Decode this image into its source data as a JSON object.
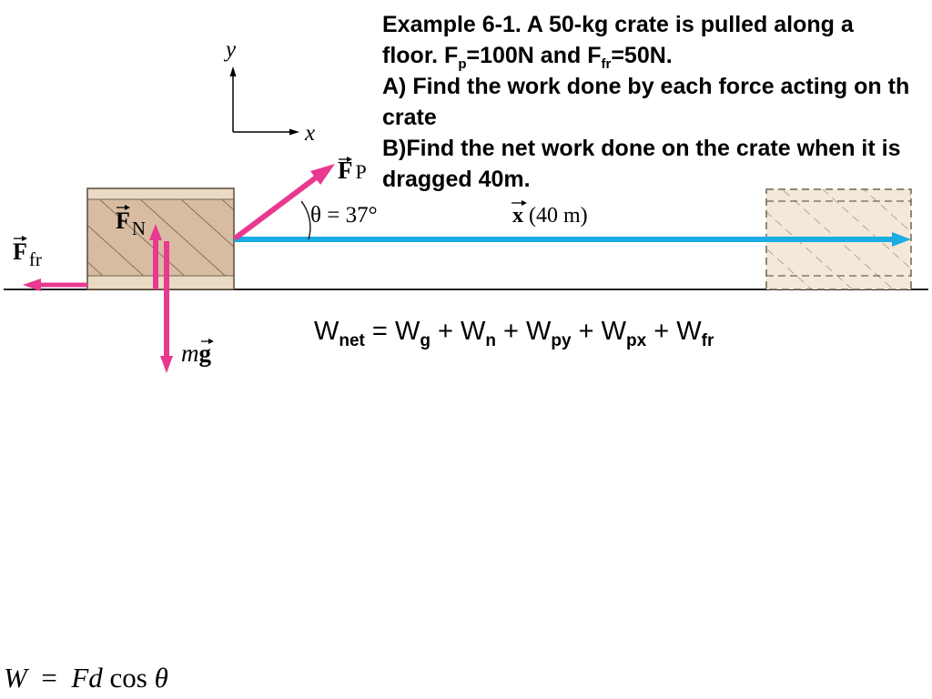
{
  "problem": {
    "title": "Example 6-1. A 50-kg crate is pulled along a",
    "given_prefix": "floor. F",
    "given_p_sub": "p",
    "given_mid": "=100N and F",
    "given_fr_sub": "fr",
    "given_suffix": "=50N.",
    "part_a": "A) Find the work done by each force acting on th crate",
    "part_b": "B)Find the net work done on the crate when it is dragged 40m."
  },
  "diagram": {
    "axis_y": "y",
    "axis_x": "x",
    "fp_symbol": "F",
    "fp_sub": "P",
    "fn_symbol": "F",
    "fn_sub": "N",
    "ffr_symbol": "F",
    "ffr_sub": "fr",
    "mg_m": "m",
    "mg_g": "g",
    "angle_label": "θ = 37°",
    "disp_symbol": "x",
    "disp_value": "(40 m)",
    "colors": {
      "force": "#e8388f",
      "displacement": "#1aace3",
      "crate": "#d7bca1",
      "crate_ghost": "#f4e8d8"
    },
    "icons": [
      "vector-arrow-icon"
    ]
  },
  "equation": {
    "lhs_w": "W",
    "lhs_sub": "net",
    "eq": " = ",
    "t1_w": "W",
    "t1_sub": "g",
    "t2_w": "W",
    "t2_sub": "n",
    "t3_w": "W",
    "t3_sub": "py",
    "t4_w": "W",
    "t4_sub": "px",
    "t5_w": "W",
    "t5_sub": "fr",
    "plus": " + "
  },
  "formula": {
    "w": "W",
    "equals": "=",
    "f": "F",
    "d": "d",
    "cos": "cos",
    "theta": "θ"
  }
}
